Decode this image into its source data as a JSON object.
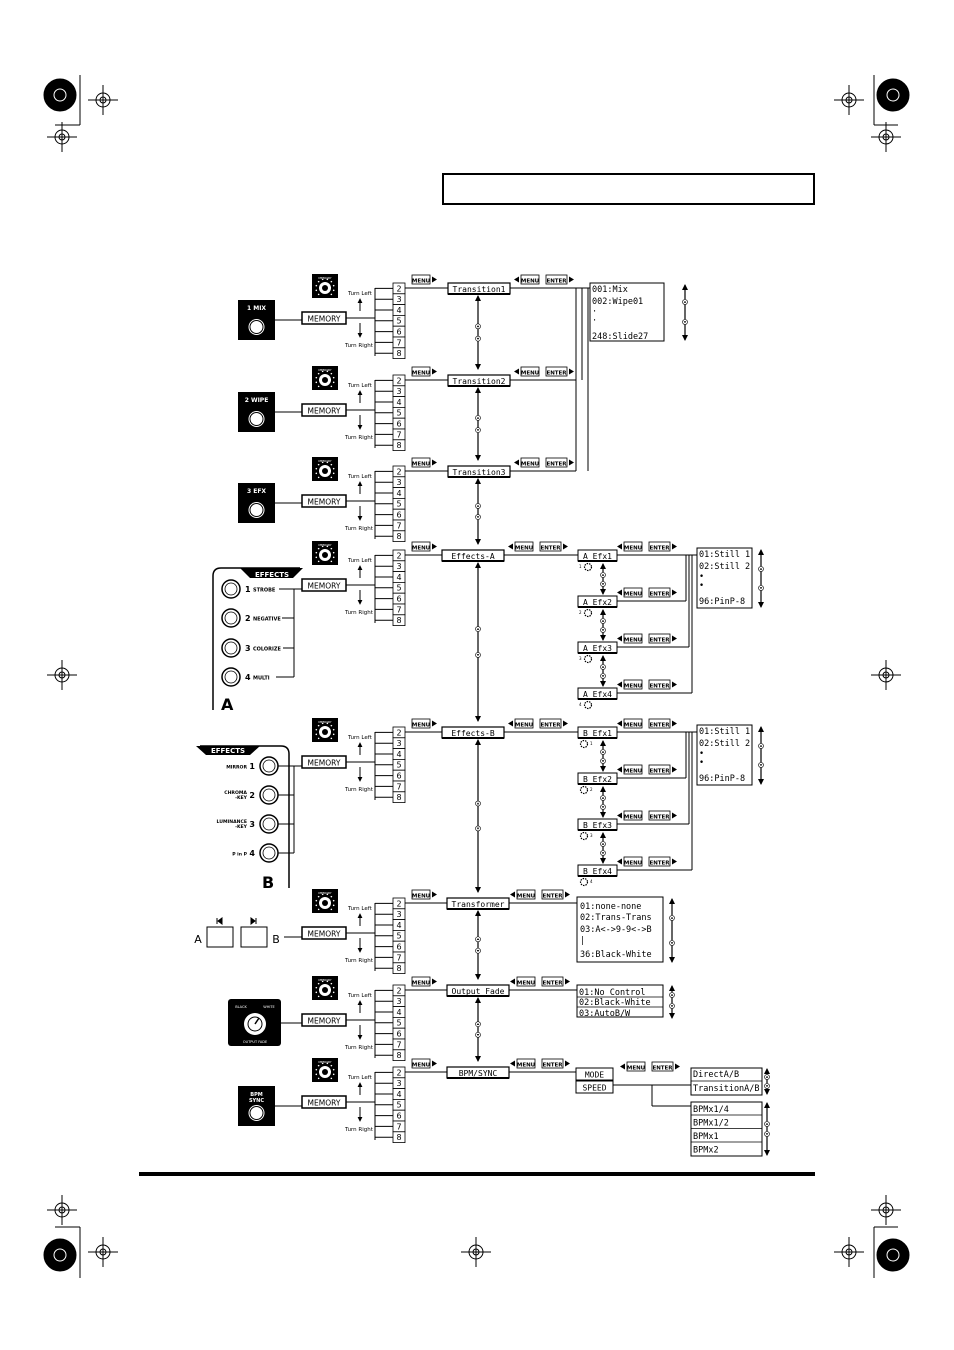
{
  "header_box_text": "",
  "menu_label": "MENU",
  "enter_label": "ENTER",
  "memory_label": "MEMORY",
  "turn_left": "Turn Left",
  "turn_right": "Turn Right",
  "memory_numbers": [
    "2",
    "3",
    "4",
    "5",
    "6",
    "7",
    "8"
  ],
  "row_buttons": {
    "mix": "1 MIX",
    "wipe": "2 WIPE",
    "efx": "3 EFX",
    "bpm": "BPM\nSYNC"
  },
  "main_menus": {
    "transition1": "Transition1",
    "transition2": "Transition2",
    "transition3": "Transition3",
    "effects_a": "Effects-A",
    "effects_b": "Effects-B",
    "transformer": "Transformer",
    "output_fade": "Output Fade",
    "bpm_sync": "BPM/SYNC"
  },
  "transition_list": [
    "001:Mix",
    "002:Wipe01",
    "·",
    "·",
    "248:Slide27"
  ],
  "effects_a_panel": {
    "title": "EFFECTS",
    "letter": "A",
    "buttons": [
      {
        "num": "1",
        "label": "STROBE"
      },
      {
        "num": "2",
        "label": "NEGATIVE"
      },
      {
        "num": "3",
        "label": "COLORIZE"
      },
      {
        "num": "4",
        "label": "MULTI"
      }
    ]
  },
  "effects_b_panel": {
    "title": "EFFECTS",
    "letter": "B",
    "buttons": [
      {
        "num": "1",
        "label": "MIRROR"
      },
      {
        "num": "2",
        "label": "CHROMA\n-KEY"
      },
      {
        "num": "3",
        "label": "LUMINANCE\n-KEY"
      },
      {
        "num": "4",
        "label": "P in P"
      }
    ]
  },
  "a_efx": [
    "A Efx1",
    "A Efx2",
    "A Efx3",
    "A Efx4"
  ],
  "b_efx": [
    "B Efx1",
    "B Efx2",
    "B Efx3",
    "B Efx4"
  ],
  "efx_list": [
    "01:Still 1",
    "02:Still 2",
    "•",
    "•",
    "96:PinP-8"
  ],
  "transformer_list": [
    "01:none-none",
    "02:Trans-Trans",
    "03:A<->9-9<->B",
    "|",
    "36:Black-White"
  ],
  "transformer_buttons": {
    "a": "A",
    "b": "B"
  },
  "output_fade_list": [
    "01:No Control",
    "02:Black-White",
    "03:AutoB/W"
  ],
  "output_fade_knob": {
    "left": "BLACK",
    "right": "WHITE",
    "bottom": "OUTPUT FADE"
  },
  "bpm_submenu": [
    "MODE",
    "SPEED"
  ],
  "mode_list": [
    "DirectA/B",
    "TransitionA/B"
  ],
  "speed_list": [
    "BPMx1/4",
    "BPMx1/2",
    "BPMx1",
    "BPMx2"
  ]
}
